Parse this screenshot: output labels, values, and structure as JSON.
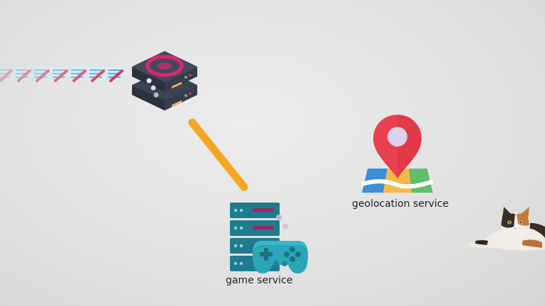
{
  "nodes": {
    "game_service": {
      "label": "game service"
    },
    "geolocation_service": {
      "label": "geolocation service"
    },
    "message_broker": {
      "label": ""
    }
  },
  "colors": {
    "connector": "#F5A623",
    "broker_body": "#2C3140",
    "broker_accent": "#E0246E",
    "server_body": "#1F7C8F",
    "server_slot": "#A3255F",
    "controller": "#2BA6B8",
    "pin": "#E8404F",
    "map_green": "#5FBF6A",
    "map_blue": "#3E8FD9",
    "map_orange": "#F5B94A",
    "message_blue": "#4FB3E8",
    "message_red": "#D9334A"
  },
  "icons": {
    "broker": "message-broker-icon",
    "server": "server-stack-icon",
    "controller": "gamepad-icon",
    "map": "map-pin-icon",
    "cat": "cat-photo"
  }
}
